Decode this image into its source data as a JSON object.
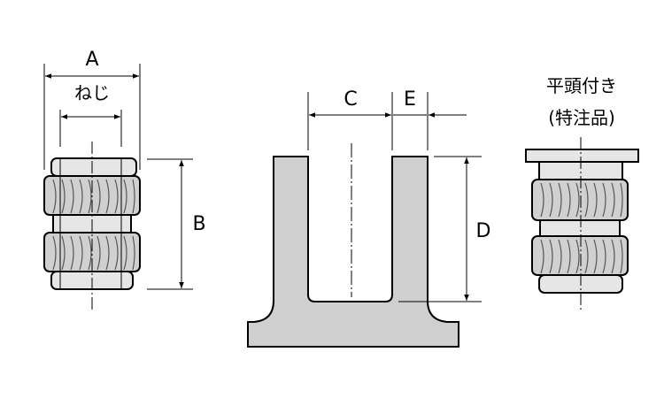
{
  "labels": {
    "a": "A",
    "thread": "ねじ",
    "b": "B",
    "c": "C",
    "e": "E",
    "d": "D",
    "flat_head_line1": "平頭付き",
    "flat_head_line2": "(特注品)"
  },
  "colors": {
    "boss_fill": "#cfcfcf",
    "insert_fill": "#e6e6e6",
    "knurl_fill": "#d0d0d0",
    "line": "#000000"
  }
}
